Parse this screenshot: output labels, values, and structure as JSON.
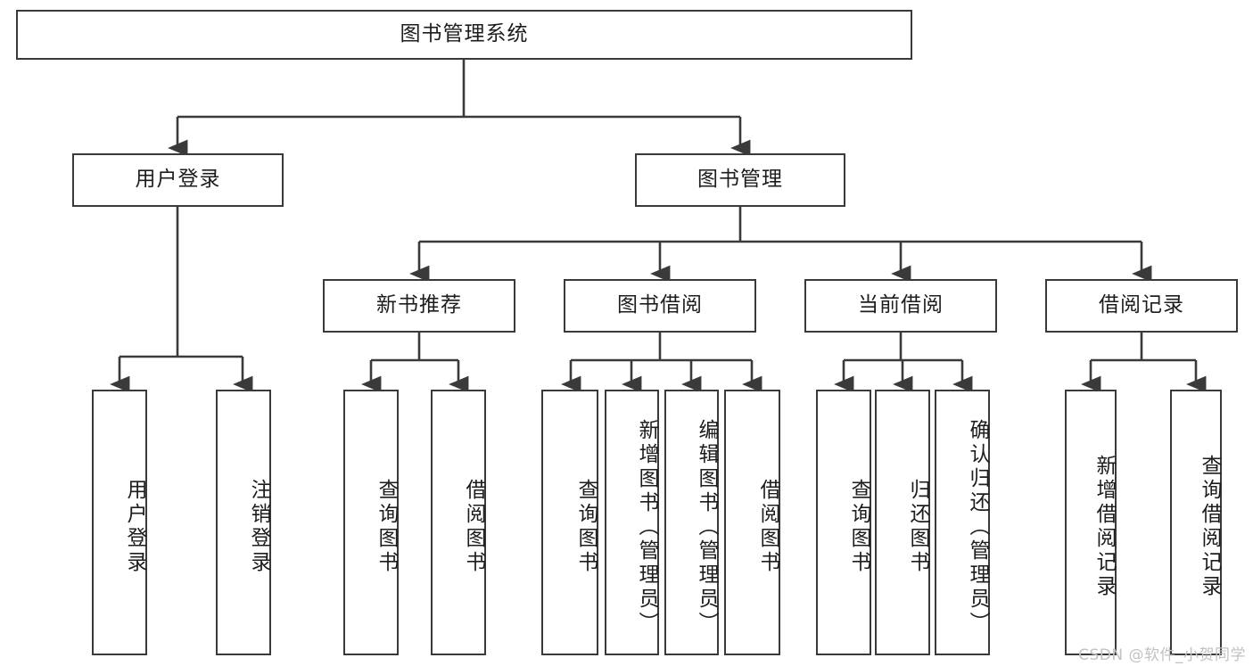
{
  "diagram": {
    "type": "tree-hierarchy",
    "title": "图书管理系统",
    "watermark": "CSDN @软件_小贺同学",
    "nodes": {
      "root": {
        "label": "图书管理系统"
      },
      "level2": [
        {
          "id": "user-login",
          "label": "用户登录"
        },
        {
          "id": "book-manage",
          "label": "图书管理"
        }
      ],
      "level3": [
        {
          "id": "new-book-recommend",
          "label": "新书推荐"
        },
        {
          "id": "book-borrow",
          "label": "图书借阅"
        },
        {
          "id": "current-borrow",
          "label": "当前借阅"
        },
        {
          "id": "borrow-record",
          "label": "借阅记录"
        }
      ],
      "leaves": [
        {
          "id": "leaf-user-login",
          "label": "用户登录",
          "parent": "user-login"
        },
        {
          "id": "leaf-logout-login",
          "label": "注销登录",
          "parent": "user-login"
        },
        {
          "id": "leaf-query-book-1",
          "label": "查询图书",
          "parent": "new-book-recommend"
        },
        {
          "id": "leaf-borrow-book-1",
          "label": "借阅图书",
          "parent": "new-book-recommend"
        },
        {
          "id": "leaf-query-book-2",
          "label": "查询图书",
          "parent": "book-borrow"
        },
        {
          "id": "leaf-add-book",
          "label": "新增图书（管理员）",
          "parent": "book-borrow"
        },
        {
          "id": "leaf-edit-book",
          "label": "编辑图书（管理员）",
          "parent": "book-borrow"
        },
        {
          "id": "leaf-borrow-book-2",
          "label": "借阅图书",
          "parent": "book-borrow"
        },
        {
          "id": "leaf-query-book-3",
          "label": "查询图书",
          "parent": "current-borrow"
        },
        {
          "id": "leaf-return-book",
          "label": "归还图书",
          "parent": "current-borrow"
        },
        {
          "id": "leaf-confirm-return",
          "label": "确认归还（管理员）",
          "parent": "current-borrow"
        },
        {
          "id": "leaf-add-record",
          "label": "新增借阅记录",
          "parent": "borrow-record"
        },
        {
          "id": "leaf-query-record",
          "label": "查询借阅记录",
          "parent": "borrow-record"
        }
      ]
    },
    "colors": {
      "stroke": "#3a3a3a",
      "fill": "#ffffff",
      "text": "#1d1d1d",
      "watermark": "#c2c2c2"
    }
  }
}
